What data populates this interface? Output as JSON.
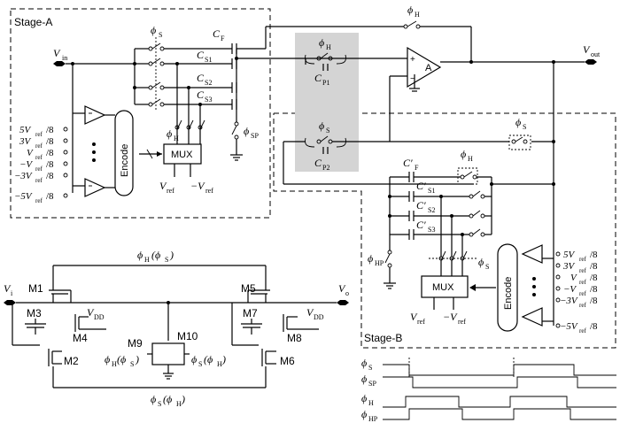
{
  "stage_a": {
    "title": "Stage-A"
  },
  "stage_b": {
    "title": "Stage-B"
  },
  "opamp": {
    "label": "A",
    "plus": "+",
    "minus": "−"
  },
  "signals": {
    "vin": "V",
    "vin_sub": "in",
    "vout": "V",
    "vout_sub": "out",
    "vi": "V",
    "vi_sub": "i",
    "vo": "V",
    "vo_sub": "o",
    "vdd": "V",
    "vdd_sub": "DD",
    "vref": "V",
    "vref_sub": "ref",
    "neg_vref": "−V",
    "neg_vref_sub": "ref"
  },
  "phases": {
    "phi": "ϕ",
    "s": "S",
    "sp": "SP",
    "h": "H",
    "hp": "HP",
    "phi_h_top": "H",
    "phi_h_phi_s": "H",
    "phi_h_phi_s_paren": "(ϕ",
    "phi_s_phi_h_paren": "(ϕ"
  },
  "capacitors": {
    "cf": "C",
    "cf_sub": "F",
    "cs1": "C",
    "cs1_sub": "S1",
    "cs2": "C",
    "cs2_sub": "S2",
    "cs3": "C",
    "cs3_sub": "S3",
    "cp1": "C",
    "cp1_sub": "P1",
    "cp2": "C",
    "cp2_sub": "P2",
    "cfp": "C′",
    "cfp_sub": "F",
    "cs1p": "C′",
    "cs1p_sub": "S1",
    "cs2p": "C′",
    "cs2p_sub": "S2",
    "cs3p": "C′",
    "cs3p_sub": "S3"
  },
  "blocks": {
    "encode": "Encode",
    "mux": "MUX"
  },
  "thresholds": {
    "t1": "5V",
    "t2": "3V",
    "t3": "V",
    "t4": "−V",
    "t5": "−3V",
    "t6": "−5V",
    "sub": "ref",
    "den": "/8"
  },
  "transistors": {
    "m1": "M1",
    "m2": "M2",
    "m3": "M3",
    "m4": "M4",
    "m5": "M5",
    "m6": "M6",
    "m7": "M7",
    "m8": "M8",
    "m9": "M9",
    "m10": "M10"
  },
  "timing": {
    "rows": [
      {
        "label": "ϕ",
        "sub": "S"
      },
      {
        "label": "ϕ",
        "sub": "SP"
      },
      {
        "label": "ϕ",
        "sub": "H"
      },
      {
        "label": "ϕ",
        "sub": "HP"
      }
    ]
  },
  "colors": {
    "gray_box": "#d4d4d4",
    "line": "#000000"
  }
}
